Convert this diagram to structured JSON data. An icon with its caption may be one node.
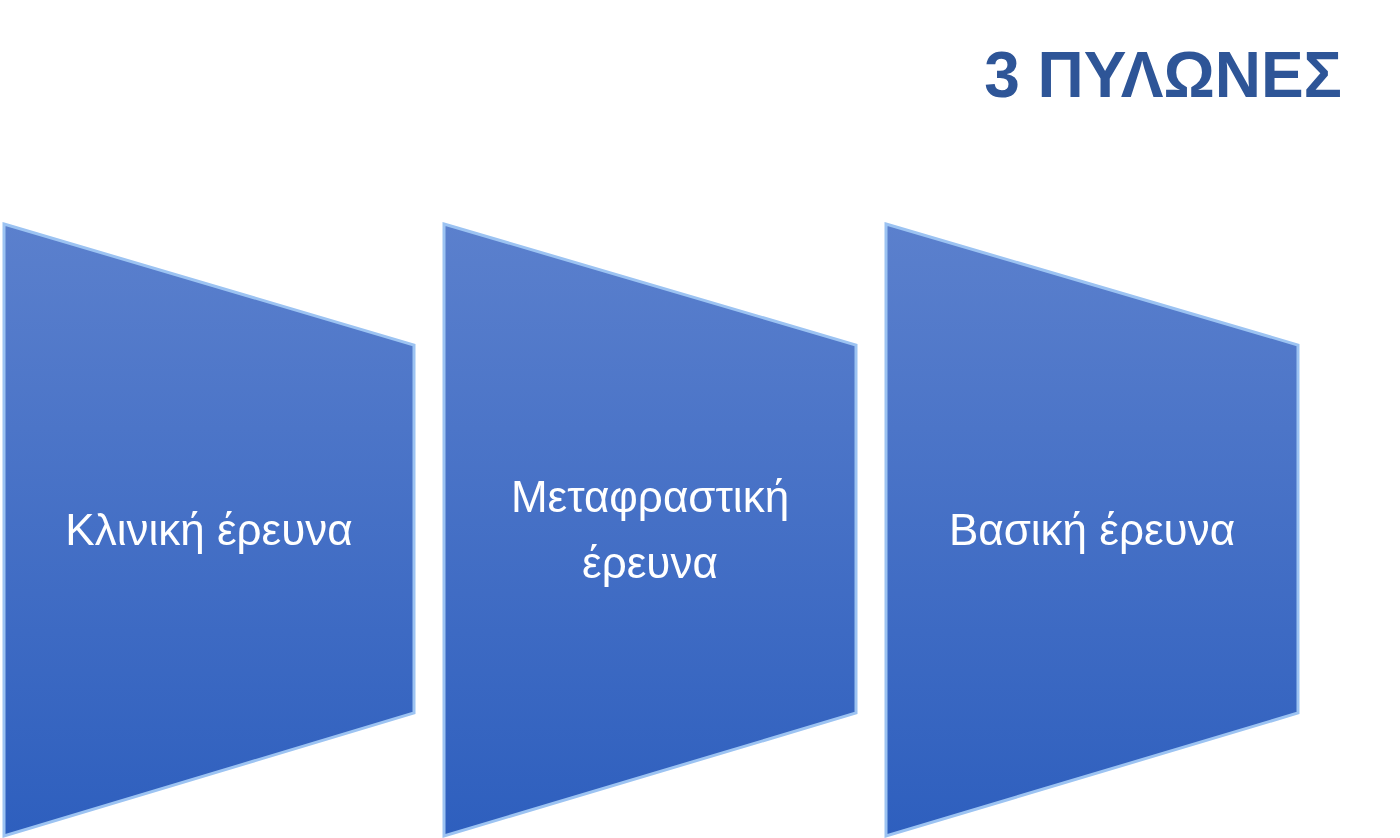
{
  "diagram": {
    "title": "3 ΠΥΛΩΝΕΣ",
    "nodes": [
      {
        "text": [
          "Κλινική έρευνα"
        ]
      },
      {
        "text": [
          "Μεταφραστική έρευνα"
        ]
      },
      {
        "text": [
          "Βασική έρευνα"
        ]
      }
    ]
  }
}
